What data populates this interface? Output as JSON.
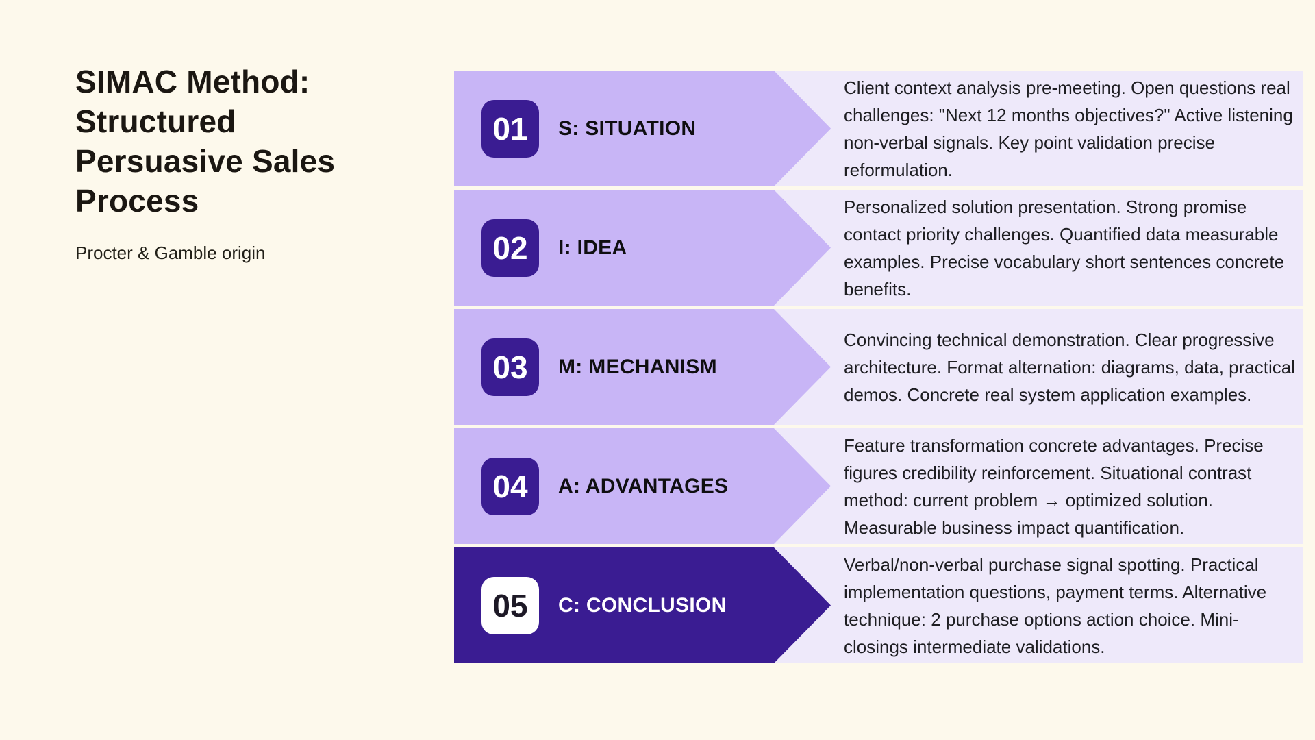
{
  "colors": {
    "background_cream": "#FDF9EC",
    "arrow_light_purple": "#C8B5F6",
    "arrow_dark_purple": "#3A1C92",
    "description_panel_lavender": "#EEE9FA",
    "text_dark": "#1E1E22"
  },
  "header": {
    "title": "SIMAC Method: Structured Persuasive Sales Process",
    "title_lines": [
      "SIMAC Method:",
      "Structured",
      "Persuasive Sales",
      "Process"
    ],
    "subtitle": "Procter & Gamble origin"
  },
  "steps": [
    {
      "number": "01",
      "label": "S: SITUATION",
      "description": "Client context analysis pre-meeting. Open questions real challenges: \"Next 12 months objectives?\" Active listening non-verbal signals. Key point validation precise reformulation."
    },
    {
      "number": "02",
      "label": "I: IDEA",
      "description": "Personalized solution presentation. Strong promise contact priority challenges. Quantified data measurable examples. Precise vocabulary short sentences concrete benefits."
    },
    {
      "number": "03",
      "label": "M: MECHANISM",
      "description": "Convincing technical demonstration. Clear progressive architecture. Format alternation: diagrams, data, practical demos. Concrete real system application examples."
    },
    {
      "number": "04",
      "label": "A: ADVANTAGES",
      "description": "Feature transformation concrete advantages. Precise figures credibility reinforcement. Situational contrast method: current problem → optimized solution. Measurable business impact quantification."
    },
    {
      "number": "05",
      "label": "C: CONCLUSION",
      "description": "Verbal/non-verbal purchase signal spotting. Practical implementation questions, payment terms. Alternative technique: 2 purchase options action choice. Mini-closings intermediate validations."
    }
  ]
}
